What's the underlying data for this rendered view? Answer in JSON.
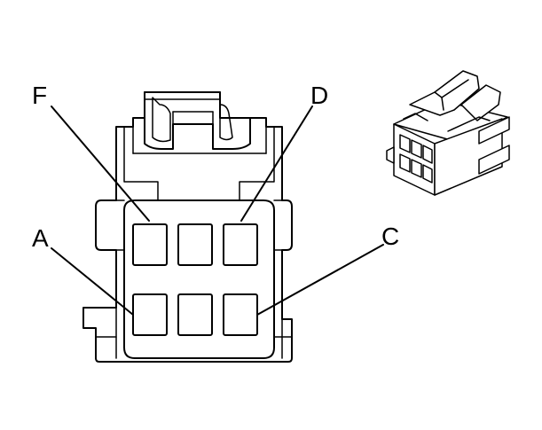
{
  "pin_labels": {
    "f": "F",
    "d": "D",
    "a": "A",
    "c": "C"
  }
}
